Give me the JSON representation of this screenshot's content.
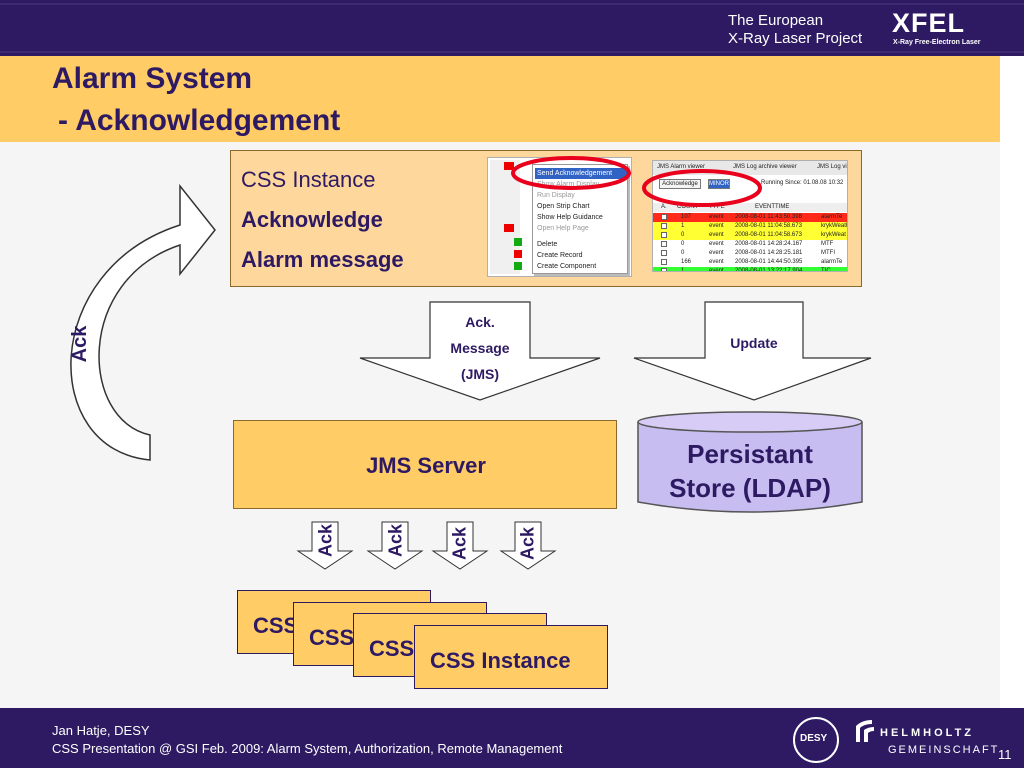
{
  "header": {
    "org_line1": "The European",
    "org_line2": "X-Ray Laser Project",
    "logo": "XFEL",
    "logo_sub": "X-Ray Free-Electron Laser"
  },
  "title": {
    "line1": "Alarm System",
    "line2": "- Acknowledgement"
  },
  "css_box": {
    "line1": "CSS Instance",
    "line2": "Acknowledge",
    "line3": "Alarm message"
  },
  "context_menu": {
    "items": [
      "Send Acknowledgement",
      "Show Alarm Display",
      "Run Display",
      "Open Strip Chart",
      "Show Help Guidance",
      "Open Help Page",
      "Delete",
      "Create Record",
      "Create Component"
    ]
  },
  "alarm_viewer": {
    "tabs": [
      "JMS Alarm viewer",
      "JMS Log archive viewer",
      "JMS Log vi"
    ],
    "ack_button": "Acknowledge",
    "severity": "MINOR",
    "running_since": "Running Since: 01.08.08 10:32",
    "columns": [
      "A.",
      "COUNT",
      "TYPE",
      "EVENTTIME"
    ],
    "rows": [
      {
        "count": "107",
        "type": "event",
        "time": "2008-08-01 11:43:50.398",
        "name": "alarmTe",
        "color": "#ff2a1a"
      },
      {
        "count": "1",
        "type": "event",
        "time": "2008-08-01 11:04:58.673",
        "name": "krykWeath",
        "color": "#ffff33"
      },
      {
        "count": "0",
        "type": "event",
        "time": "2008-08-01 11:04:58.673",
        "name": "krykWeat",
        "color": "#ffff33"
      },
      {
        "count": "0",
        "type": "event",
        "time": "2008-08-01 14:28:24.167",
        "name": "MTF",
        "color": "#ffffff"
      },
      {
        "count": "0",
        "type": "event",
        "time": "2008-08-01 14:28:25.181",
        "name": "MTFI",
        "color": "#ffffff"
      },
      {
        "count": "166",
        "type": "event",
        "time": "2008-08-01 14:44:50.395",
        "name": "alarmTe",
        "color": "#ffffff"
      },
      {
        "count": "1",
        "type": "event",
        "time": "2008-08-01 13:22:17.904",
        "name": "TIC",
        "color": "#33ff33"
      }
    ]
  },
  "side_arrow_label": "Ack",
  "arrow_ack_message": {
    "line1": "Ack.",
    "line2": "Message",
    "line3": "(JMS)"
  },
  "arrow_update": "Update",
  "jms_server": "JMS Server",
  "store": {
    "line1": "Persistant",
    "line2": "Store (LDAP)"
  },
  "ack_arrows": [
    "Ack",
    "Ack",
    "Ack",
    "Ack"
  ],
  "css_stack": [
    "CSS",
    "CSS",
    "CSS",
    "CSS Instance"
  ],
  "footer": {
    "author": "Jan Hatje, DESY",
    "presentation": "CSS Presentation @ GSI Feb. 2009: Alarm System, Authorization, Remote Management",
    "desy": "DESY",
    "helmholtz": "HELMHOLTZ",
    "gemeinschaft": "GEMEINSCHAFT",
    "page": "11"
  },
  "colors": {
    "navy": "#2d1a63",
    "orange": "#ffcc66",
    "light_orange": "#fdd79c",
    "lavender": "#c7bdf0",
    "highlight_red": "#e8001c"
  }
}
